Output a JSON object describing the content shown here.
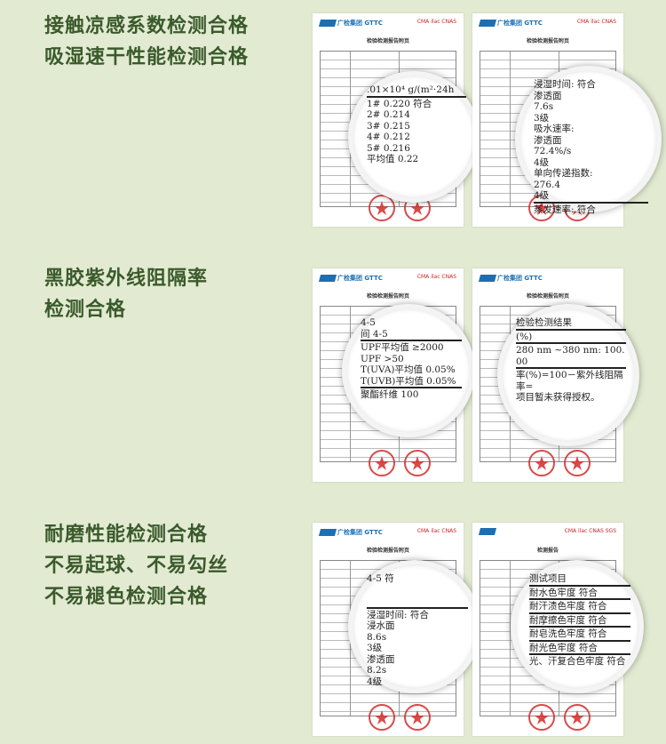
{
  "sections": [
    {
      "headings": [
        "接触凉感系数检测合格",
        "吸湿速干性能检测合格"
      ],
      "docs": [
        {
          "logo": "广检集团 GTTC",
          "certs": "CMA ilac CNAS",
          "title": "检验检测报告附页",
          "magnifier": [
            ".01×10⁴ g/(m²·24h",
            "1#    0.220   符合",
            "2#    0.214",
            "3#    0.215",
            "4#    0.212",
            "5#    0.216",
            "平均值 0.22"
          ]
        },
        {
          "logo": "广检集团 GTTC",
          "certs": "CMA ilac CNAS",
          "title": "检验检测报告附页",
          "magnifier": [
            "浸湿时间:    符合",
            "渗透面",
            "7.6s",
            "3级",
            "吸水速率:",
            "渗透面",
            "72.4%/s",
            "4级",
            "单向传递指数:",
            "276.4",
            "4级",
            "蒸发速率:   符合"
          ]
        }
      ]
    },
    {
      "headings": [
        "黑胶紫外线阻隔率",
        "检测合格"
      ],
      "docs": [
        {
          "logo": "广检集团 GTTC",
          "certs": "CMA ilac CNAS",
          "title": "检验检测报告附页",
          "magnifier": [
            "4-5",
            "间 4-5",
            "UPF平均值 ≥2000",
            "UPF  >50",
            "T(UVA)平均值 0.05%",
            "T(UVB)平均值 0.05%",
            "聚酯纤维 100"
          ]
        },
        {
          "logo": "广检集团 GTTC",
          "certs": "",
          "title": "检验检测报告附页",
          "magnifier": [
            "检验检测结果",
            "(%)",
            "280 nm ~380 nm: 100.00",
            "率(%)=100－紫外线阻隔率=",
            "项目暂未获得授权。"
          ]
        }
      ]
    },
    {
      "headings": [
        "耐磨性能检测合格",
        "不易起球、不易勾丝",
        "不易褪色检测合格"
      ],
      "docs": [
        {
          "logo": "广检集团 GTTC",
          "certs": "CMA ilac CNAS",
          "title": "检验检测报告附页",
          "magnifier": [
            "4-5          符",
            "",
            "",
            "浸湿时间:    符合",
            "浸水面",
            "8.6s",
            "3级",
            "渗透面",
            "8.2s",
            "4级"
          ]
        },
        {
          "logo": "",
          "certs": "CMA ilac CNAS SGS",
          "title": "检测报告",
          "magnifier": [
            "测试项目",
            "耐水色牢度      符合",
            "耐汗渍色牢度    符合",
            "耐摩擦色牢度    符合",
            "耐皂洗色牢度    符合",
            "耐光色牢度      符合",
            "光、汗复合色牢度 符合"
          ]
        }
      ]
    }
  ]
}
